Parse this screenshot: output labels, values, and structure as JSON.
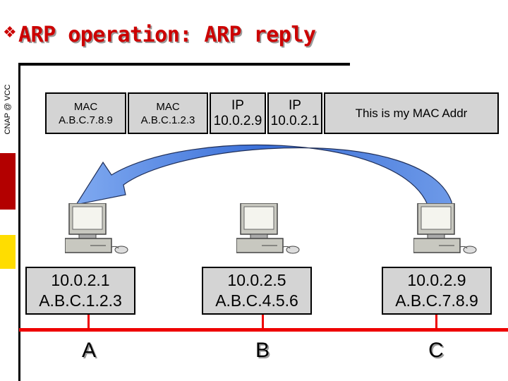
{
  "title": {
    "bullet": "❖",
    "text": "ARP operation: ARP reply"
  },
  "sidebar": {
    "label": "CNAP @ VCC"
  },
  "packet": {
    "dest_mac": {
      "label": "MAC",
      "value": "A.B.C.7.8.9"
    },
    "src_mac": {
      "label": "MAC",
      "value": "A.B.C.1.2.3"
    },
    "dest_ip": {
      "label": "IP",
      "value": "10.0.2.9"
    },
    "src_ip": {
      "label": "IP",
      "value": "10.0.2.1"
    },
    "message": "This is my MAC Addr"
  },
  "hosts": [
    {
      "name": "A",
      "ip": "10.0.2.1",
      "mac": "A.B.C.1.2.3"
    },
    {
      "name": "B",
      "ip": "10.0.2.5",
      "mac": "A.B.C.4.5.6"
    },
    {
      "name": "C",
      "ip": "10.0.2.9",
      "mac": "A.B.C.7.8.9"
    }
  ],
  "colors": {
    "title": "#cc0000",
    "network": "#ee0000",
    "arrow": "#3a6fd8",
    "box": "#d4d4d4",
    "side_red": "#b30000",
    "side_yellow": "#ffdd00"
  },
  "icons": {
    "arrow": "curved-arrow-icon",
    "computer": "computer-icon"
  }
}
